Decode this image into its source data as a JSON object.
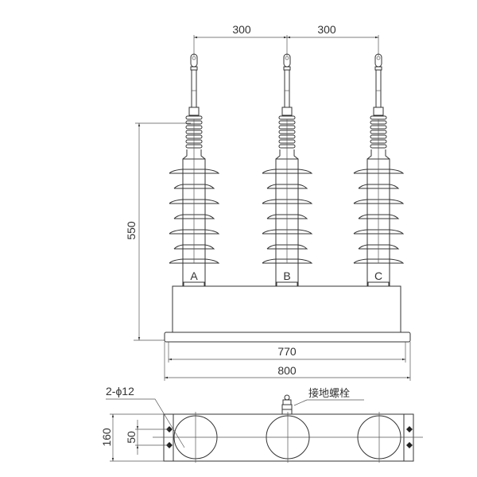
{
  "drawing": {
    "phase_spacing_labels": [
      "300",
      "300"
    ],
    "height_label": "550",
    "inner_width_label": "770",
    "outer_width_label": "800",
    "phases": [
      "A",
      "B",
      "C"
    ],
    "plan_view": {
      "hole_label": "2-ϕ12",
      "depth_label": "160",
      "hole_spacing_label": "50",
      "grounding_bolt_label": "接地螺栓"
    }
  }
}
